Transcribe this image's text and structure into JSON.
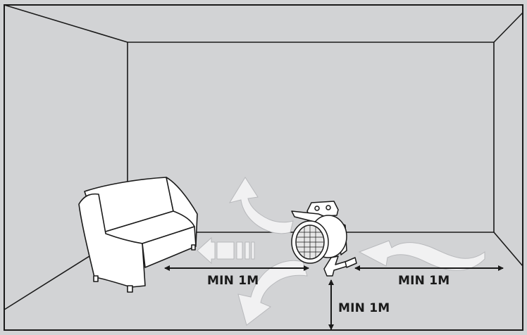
{
  "colors": {
    "background": "#d2d3d5",
    "line": "#1a1a1a",
    "airflow_arrow": "#f1f1f2",
    "furniture_fill": "#ffffff"
  },
  "dimensions": {
    "left_clearance_label": "MIN 1M",
    "right_clearance_label": "MIN 1M",
    "bottom_clearance_label": "MIN 1M"
  },
  "icons": [
    "sofa-icon",
    "fan-heater-icon",
    "airflow-arrow-icon",
    "dimension-arrow-icon"
  ]
}
